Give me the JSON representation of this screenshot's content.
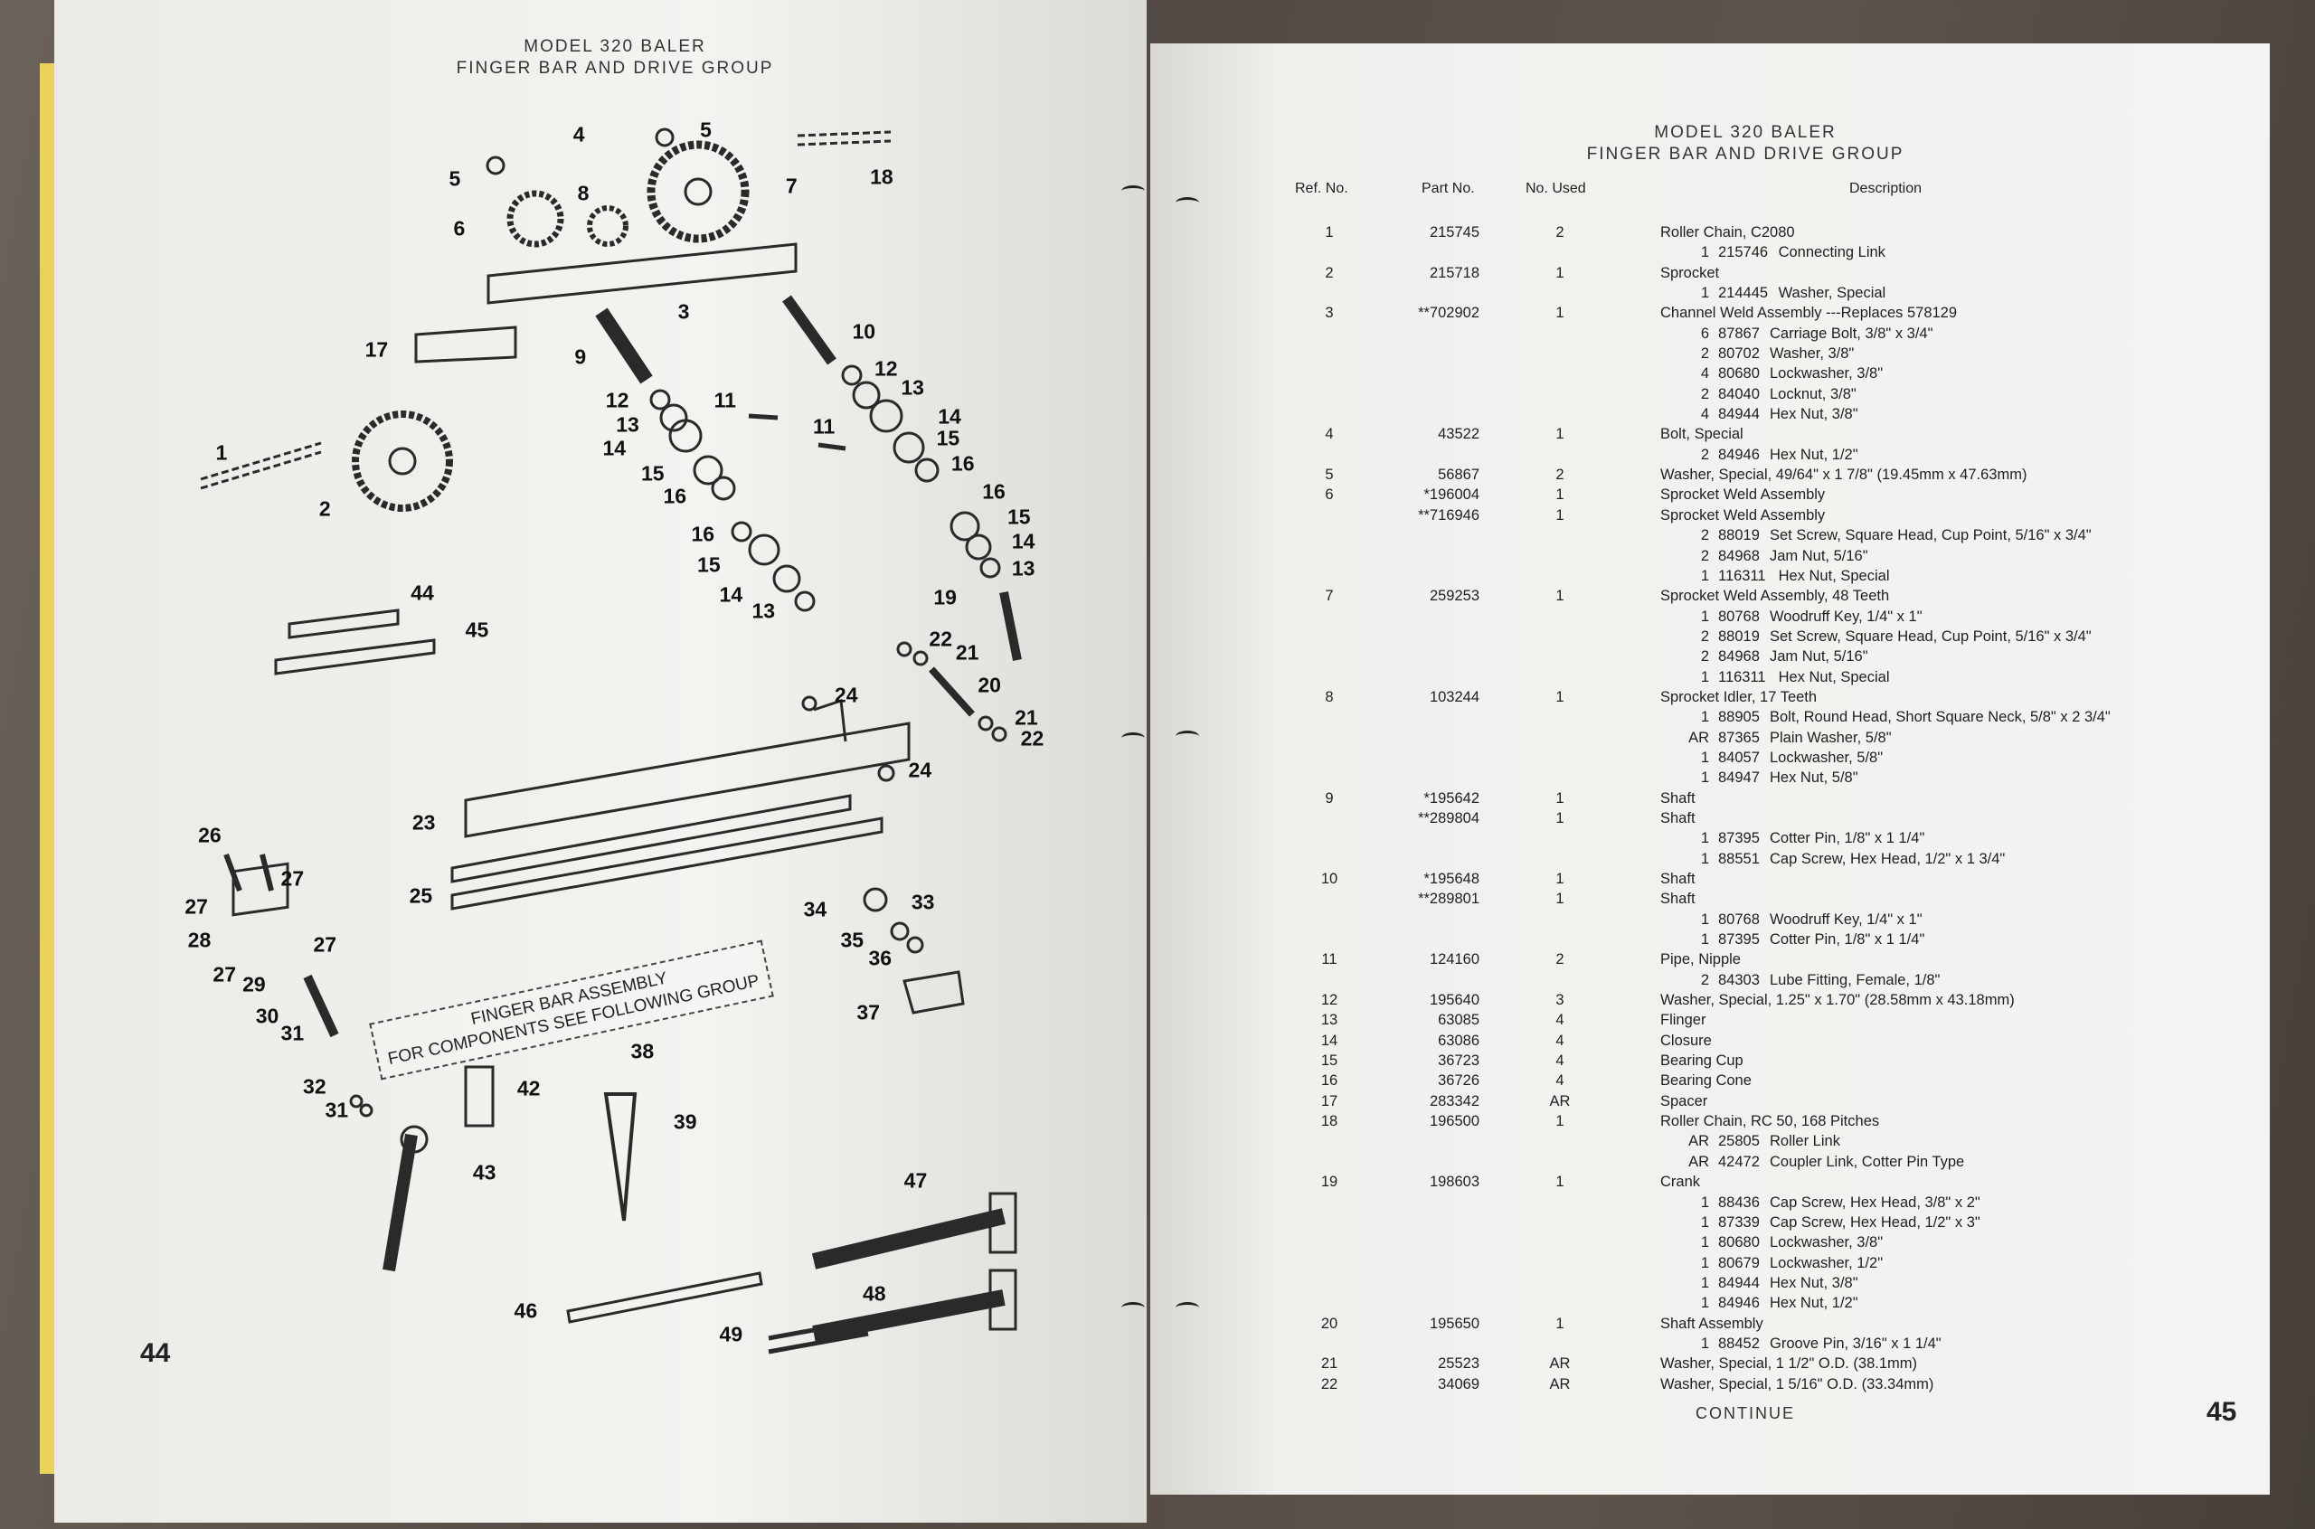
{
  "left_page": {
    "header_line1": "MODEL 320 BALER",
    "header_line2": "FINGER BAR AND DRIVE GROUP",
    "page_number": "44",
    "finger_bar_note_line1": "FINGER BAR ASSEMBLY",
    "finger_bar_note_line2": "FOR COMPONENTS SEE FOLLOWING GROUP",
    "callouts": [
      "5",
      "4",
      "5",
      "6",
      "8",
      "7",
      "18",
      "3",
      "17",
      "9",
      "10",
      "12",
      "13",
      "11",
      "12",
      "13",
      "14",
      "11",
      "14",
      "15",
      "15",
      "16",
      "16",
      "16",
      "1",
      "2",
      "15",
      "14",
      "16",
      "15",
      "13",
      "14",
      "13",
      "19",
      "44",
      "45",
      "22",
      "21",
      "20",
      "21",
      "22",
      "24",
      "24",
      "23",
      "26",
      "27",
      "27",
      "25",
      "28",
      "27",
      "34",
      "33",
      "35",
      "36",
      "27",
      "29",
      "30",
      "31",
      "37",
      "38",
      "42",
      "32",
      "31",
      "39",
      "43",
      "47",
      "48",
      "46",
      "49"
    ]
  },
  "right_page": {
    "header_line1": "MODEL 320 BALER",
    "header_line2": "FINGER BAR AND DRIVE GROUP",
    "columns": {
      "ref": "Ref. No.",
      "part": "Part No.",
      "used": "No. Used",
      "desc": "Description"
    },
    "rows": [
      {
        "ref": "1",
        "part": "215745",
        "used": "2",
        "desc": "Roller Chain, C2080",
        "subs": [
          {
            "qty": "1",
            "part": "215746",
            "desc": "Connecting Link"
          }
        ]
      },
      {
        "ref": "2",
        "part": "215718",
        "used": "1",
        "desc": "Sprocket",
        "subs": [
          {
            "qty": "1",
            "part": "214445",
            "desc": "Washer, Special"
          }
        ]
      },
      {
        "ref": "3",
        "part": "**702902",
        "used": "1",
        "desc": "Channel Weld Assembly ---Replaces 578129",
        "subs": [
          {
            "qty": "6",
            "part": "87867",
            "desc": "Carriage Bolt, 3/8\" x 3/4\""
          },
          {
            "qty": "2",
            "part": "80702",
            "desc": "Washer, 3/8\""
          },
          {
            "qty": "4",
            "part": "80680",
            "desc": "Lockwasher, 3/8\""
          },
          {
            "qty": "2",
            "part": "84040",
            "desc": "Locknut, 3/8\""
          },
          {
            "qty": "4",
            "part": "84944",
            "desc": "Hex Nut, 3/8\""
          }
        ]
      },
      {
        "ref": "4",
        "part": "43522",
        "used": "1",
        "desc": "Bolt, Special",
        "subs": [
          {
            "qty": "2",
            "part": "84946",
            "desc": "Hex Nut, 1/2\""
          }
        ]
      },
      {
        "ref": "5",
        "part": "56867",
        "used": "2",
        "desc": "Washer, Special, 49/64\" x 1 7/8\" (19.45mm x 47.63mm)",
        "subs": []
      },
      {
        "ref": "6",
        "part": "*196004",
        "used": "1",
        "desc": "Sprocket Weld Assembly",
        "subs": []
      },
      {
        "ref": "",
        "part": "**716946",
        "used": "1",
        "desc": "Sprocket Weld Assembly",
        "subs": [
          {
            "qty": "2",
            "part": "88019",
            "desc": "Set Screw, Square Head, Cup Point, 5/16\" x 3/4\""
          },
          {
            "qty": "2",
            "part": "84968",
            "desc": "Jam Nut, 5/16\""
          },
          {
            "qty": "1",
            "part": "116311",
            "desc": "Hex Nut, Special"
          }
        ]
      },
      {
        "ref": "7",
        "part": "259253",
        "used": "1",
        "desc": "Sprocket Weld Assembly, 48 Teeth",
        "subs": [
          {
            "qty": "1",
            "part": "80768",
            "desc": "Woodruff Key, 1/4\" x 1\""
          },
          {
            "qty": "2",
            "part": "88019",
            "desc": "Set Screw, Square Head, Cup Point, 5/16\" x 3/4\""
          },
          {
            "qty": "2",
            "part": "84968",
            "desc": "Jam Nut, 5/16\""
          },
          {
            "qty": "1",
            "part": "116311",
            "desc": "Hex Nut, Special"
          }
        ]
      },
      {
        "ref": "8",
        "part": "103244",
        "used": "1",
        "desc": "Sprocket Idler, 17 Teeth",
        "subs": [
          {
            "qty": "1",
            "part": "88905",
            "desc": "Bolt, Round Head, Short Square Neck, 5/8\" x 2 3/4\""
          },
          {
            "qty": "AR",
            "part": "87365",
            "desc": "Plain Washer, 5/8\""
          },
          {
            "qty": "1",
            "part": "84057",
            "desc": "Lockwasher, 5/8\""
          },
          {
            "qty": "1",
            "part": "84947",
            "desc": "Hex Nut, 5/8\""
          }
        ]
      },
      {
        "ref": "9",
        "part": "*195642",
        "used": "1",
        "desc": "Shaft",
        "subs": []
      },
      {
        "ref": "",
        "part": "**289804",
        "used": "1",
        "desc": "Shaft",
        "subs": [
          {
            "qty": "1",
            "part": "87395",
            "desc": "Cotter Pin, 1/8\" x 1 1/4\""
          },
          {
            "qty": "1",
            "part": "88551",
            "desc": "Cap Screw, Hex Head, 1/2\" x 1 3/4\""
          }
        ]
      },
      {
        "ref": "10",
        "part": "*195648",
        "used": "1",
        "desc": "Shaft",
        "subs": []
      },
      {
        "ref": "",
        "part": "**289801",
        "used": "1",
        "desc": "Shaft",
        "subs": [
          {
            "qty": "1",
            "part": "80768",
            "desc": "Woodruff Key, 1/4\" x 1\""
          },
          {
            "qty": "1",
            "part": "87395",
            "desc": "Cotter Pin, 1/8\" x 1 1/4\""
          }
        ]
      },
      {
        "ref": "11",
        "part": "124160",
        "used": "2",
        "desc": "Pipe, Nipple",
        "subs": [
          {
            "qty": "2",
            "part": "84303",
            "desc": "Lube Fitting, Female, 1/8\""
          }
        ]
      },
      {
        "ref": "12",
        "part": "195640",
        "used": "3",
        "desc": "Washer, Special, 1.25\" x 1.70\" (28.58mm x 43.18mm)",
        "subs": []
      },
      {
        "ref": "13",
        "part": "63085",
        "used": "4",
        "desc": "Flinger",
        "subs": []
      },
      {
        "ref": "14",
        "part": "63086",
        "used": "4",
        "desc": "Closure",
        "subs": []
      },
      {
        "ref": "15",
        "part": "36723",
        "used": "4",
        "desc": "Bearing Cup",
        "subs": []
      },
      {
        "ref": "16",
        "part": "36726",
        "used": "4",
        "desc": "Bearing Cone",
        "subs": []
      },
      {
        "ref": "17",
        "part": "283342",
        "used": "AR",
        "desc": "Spacer",
        "subs": []
      },
      {
        "ref": "18",
        "part": "196500",
        "used": "1",
        "desc": "Roller Chain, RC 50, 168 Pitches",
        "subs": [
          {
            "qty": "AR",
            "part": "25805",
            "desc": "Roller Link"
          },
          {
            "qty": "AR",
            "part": "42472",
            "desc": "Coupler Link, Cotter Pin Type"
          }
        ]
      },
      {
        "ref": "19",
        "part": "198603",
        "used": "1",
        "desc": "Crank",
        "subs": [
          {
            "qty": "1",
            "part": "88436",
            "desc": "Cap Screw, Hex Head, 3/8\" x 2\""
          },
          {
            "qty": "1",
            "part": "87339",
            "desc": "Cap Screw, Hex Head, 1/2\" x 3\""
          },
          {
            "qty": "1",
            "part": "80680",
            "desc": "Lockwasher, 3/8\""
          },
          {
            "qty": "1",
            "part": "80679",
            "desc": "Lockwasher, 1/2\""
          },
          {
            "qty": "1",
            "part": "84944",
            "desc": "Hex Nut, 3/8\""
          },
          {
            "qty": "1",
            "part": "84946",
            "desc": "Hex Nut, 1/2\""
          }
        ]
      },
      {
        "ref": "20",
        "part": "195650",
        "used": "1",
        "desc": "Shaft Assembly",
        "subs": [
          {
            "qty": "1",
            "part": "88452",
            "desc": "Groove Pin, 3/16\" x 1 1/4\""
          }
        ]
      },
      {
        "ref": "21",
        "part": "25523",
        "used": "AR",
        "desc": "Washer, Special, 1 1/2\" O.D. (38.1mm)",
        "subs": []
      },
      {
        "ref": "22",
        "part": "34069",
        "used": "AR",
        "desc": "Washer, Special, 1 5/16\" O.D. (33.34mm)",
        "subs": []
      }
    ],
    "continue_label": "CONTINUE",
    "page_number": "45"
  }
}
